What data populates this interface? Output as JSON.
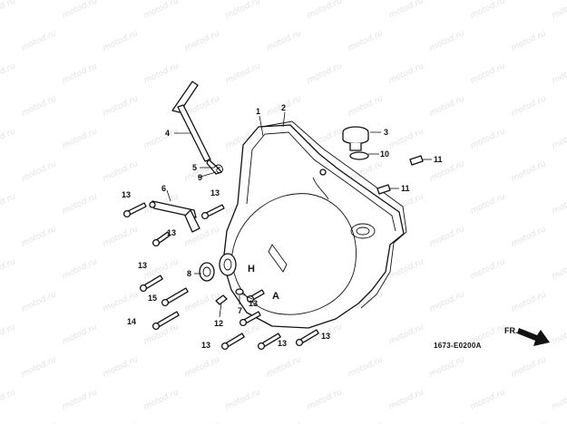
{
  "watermark": "motod.ru",
  "diagram_code": "1673-E0200A",
  "front_arrow_label": "FR.",
  "callouts": {
    "c1": "1",
    "c2": "2",
    "c3": "3",
    "c4": "4",
    "c5": "5",
    "c6": "6",
    "c7": "7",
    "c8": "8",
    "c9": "9",
    "c10": "10",
    "c11a": "11",
    "c11b": "11",
    "c12": "12",
    "c13a": "13",
    "c13b": "13",
    "c13c": "13",
    "c13d": "13",
    "c13e": "13",
    "c13f": "13",
    "c13g": "13",
    "c13h": "13",
    "c14": "14",
    "c15": "15"
  }
}
